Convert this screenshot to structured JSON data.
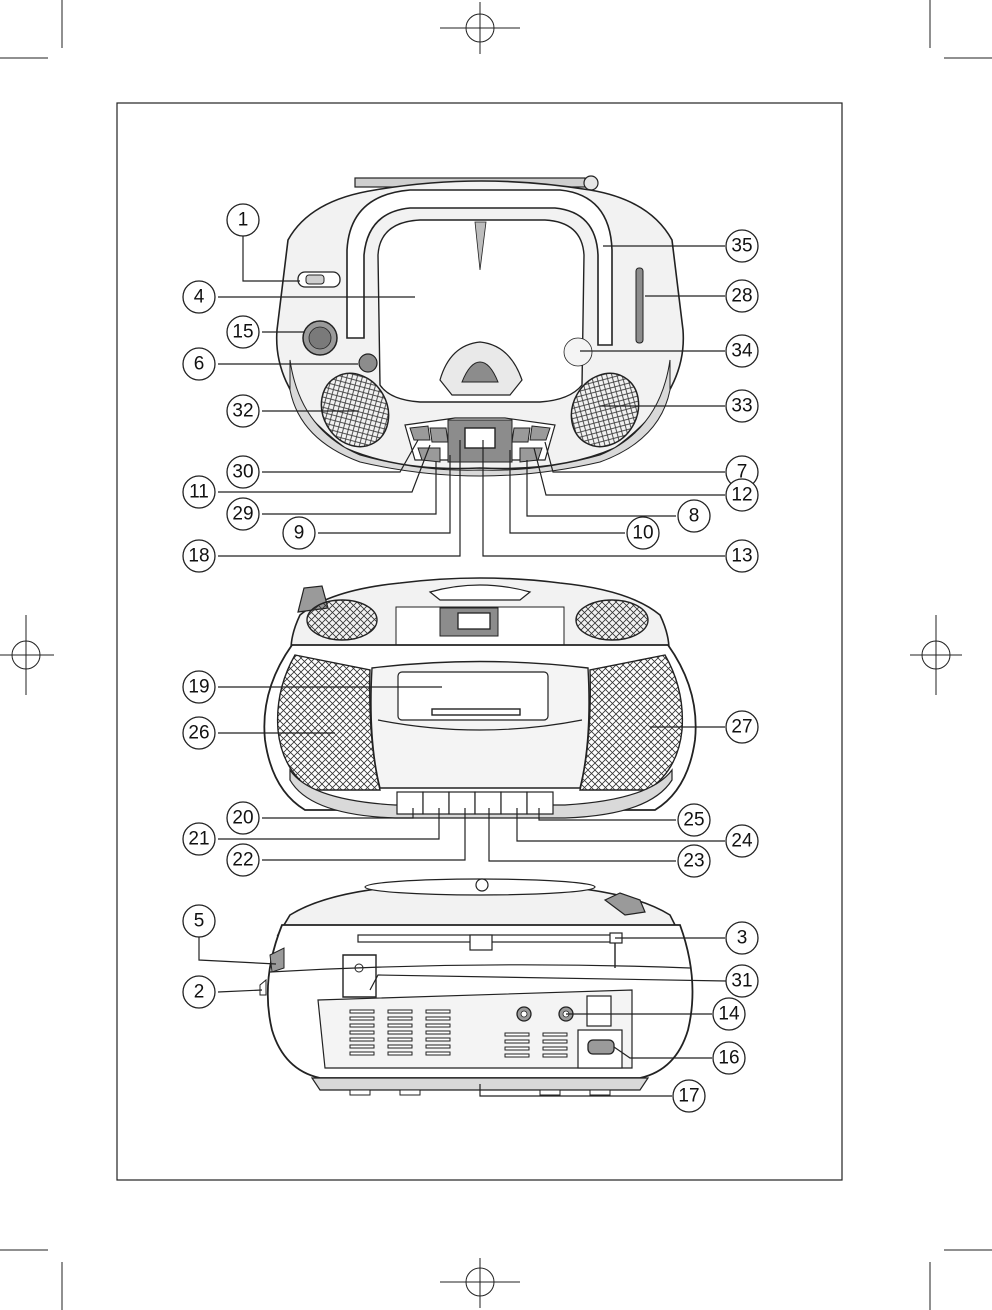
{
  "callouts": {
    "c1": "1",
    "c2": "2",
    "c3": "3",
    "c4": "4",
    "c5": "5",
    "c6": "6",
    "c7": "7",
    "c8": "8",
    "c9": "9",
    "c10": "10",
    "c11": "11",
    "c12": "12",
    "c13": "13",
    "c14": "14",
    "c15": "15",
    "c16": "16",
    "c17": "17",
    "c18": "18",
    "c19": "19",
    "c20": "20",
    "c21": "21",
    "c22": "22",
    "c23": "23",
    "c24": "24",
    "c25": "25",
    "c26": "26",
    "c27": "27",
    "c28": "28",
    "c29": "29",
    "c30": "30",
    "c31": "31",
    "c32": "32",
    "c33": "33",
    "c34": "34",
    "c35": "35"
  },
  "colors": {
    "line": "#222222",
    "body_light": "#f2f2f2",
    "body_mid": "#d9d9d9",
    "panel_gray": "#9a9a9a",
    "dark": "#555555",
    "paper": "#ffffff"
  },
  "icons": {
    "registration": "crosshair-registration-mark",
    "speaker": "crosshatch-speaker-grille"
  }
}
